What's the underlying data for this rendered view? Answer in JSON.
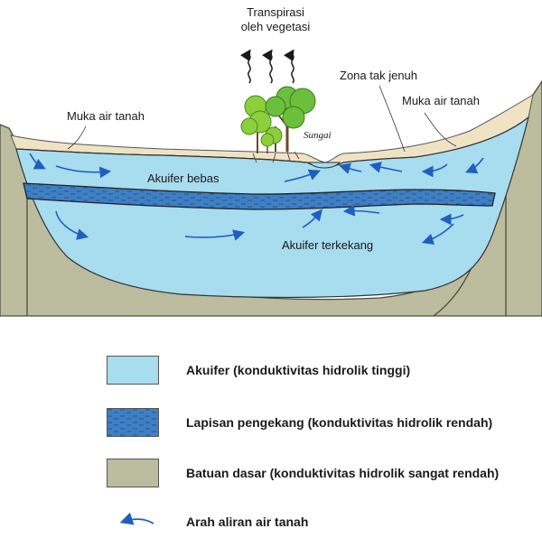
{
  "labels": {
    "transpiration_line1": "Transpirasi",
    "transpiration_line2": "oleh vegetasi",
    "water_table_left": "Muka air tanah",
    "unsaturated_zone": "Zona tak jenuh",
    "water_table_right": "Muka air tanah",
    "river": "Sungai",
    "unconfined_aquifer": "Akuifer bebas",
    "confined_aquifer": "Akuifer terkekang"
  },
  "legend": [
    {
      "key": "aquifer",
      "label": "Akuifer (konduktivitas hidrolik tinggi)",
      "color": "#a8dcef"
    },
    {
      "key": "confining-layer",
      "label": "Lapisan pengekang (konduktivitas hidrolik rendah)",
      "color": "#3f7fc4"
    },
    {
      "key": "bedrock",
      "label": "Batuan dasar (konduktivitas hidrolik sangat rendah)",
      "color": "#bcbc9e"
    },
    {
      "key": "flow-arrow",
      "label": "Arah aliran air tanah"
    }
  ],
  "colors": {
    "aquifer": "#a8dcef",
    "confining": "#3f7fc4",
    "bedrock": "#bcbc9e",
    "soil": "#efe3c4",
    "arrow": "#1f5fbf"
  }
}
